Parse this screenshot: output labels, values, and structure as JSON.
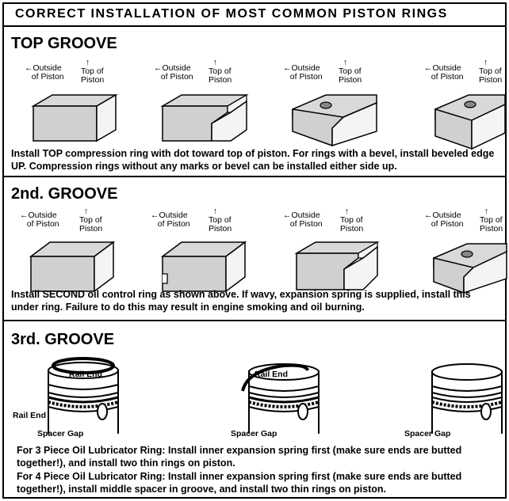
{
  "title": "CORRECT INSTALLATION OF MOST COMMON PISTON RINGS",
  "labels": {
    "outside": [
      "Outside",
      "of Piston"
    ],
    "top": [
      "Top of",
      "Piston"
    ]
  },
  "top_groove": {
    "heading": "TOP GROOVE",
    "text": "Install TOP compression ring with dot toward top of piston. For rings with a bevel, install beveled edge UP. Compression rings without any marks or bevel can be installed either side up."
  },
  "second_groove": {
    "heading": "2nd. GROOVE",
    "text": "Install SECOND oil control ring as shown above. If wavy, expansion spring is supplied, install this under ring. Failure to do this may result in engine smoking and oil burning."
  },
  "third_groove": {
    "heading": "3rd. GROOVE",
    "rail_end": "Rail End",
    "spacer_gap": "Spacer Gap",
    "text_3piece": "For 3 Piece Oil Lubricator Ring: Install inner expansion spring first (make sure ends are butted together!), and install two thin rings on piston.",
    "text_4piece": "For 4 Piece Oil Lubricator Ring: Install inner expansion spring first (make sure ends are butted together!), install middle spacer in groove, and install two thin rings on piston."
  }
}
